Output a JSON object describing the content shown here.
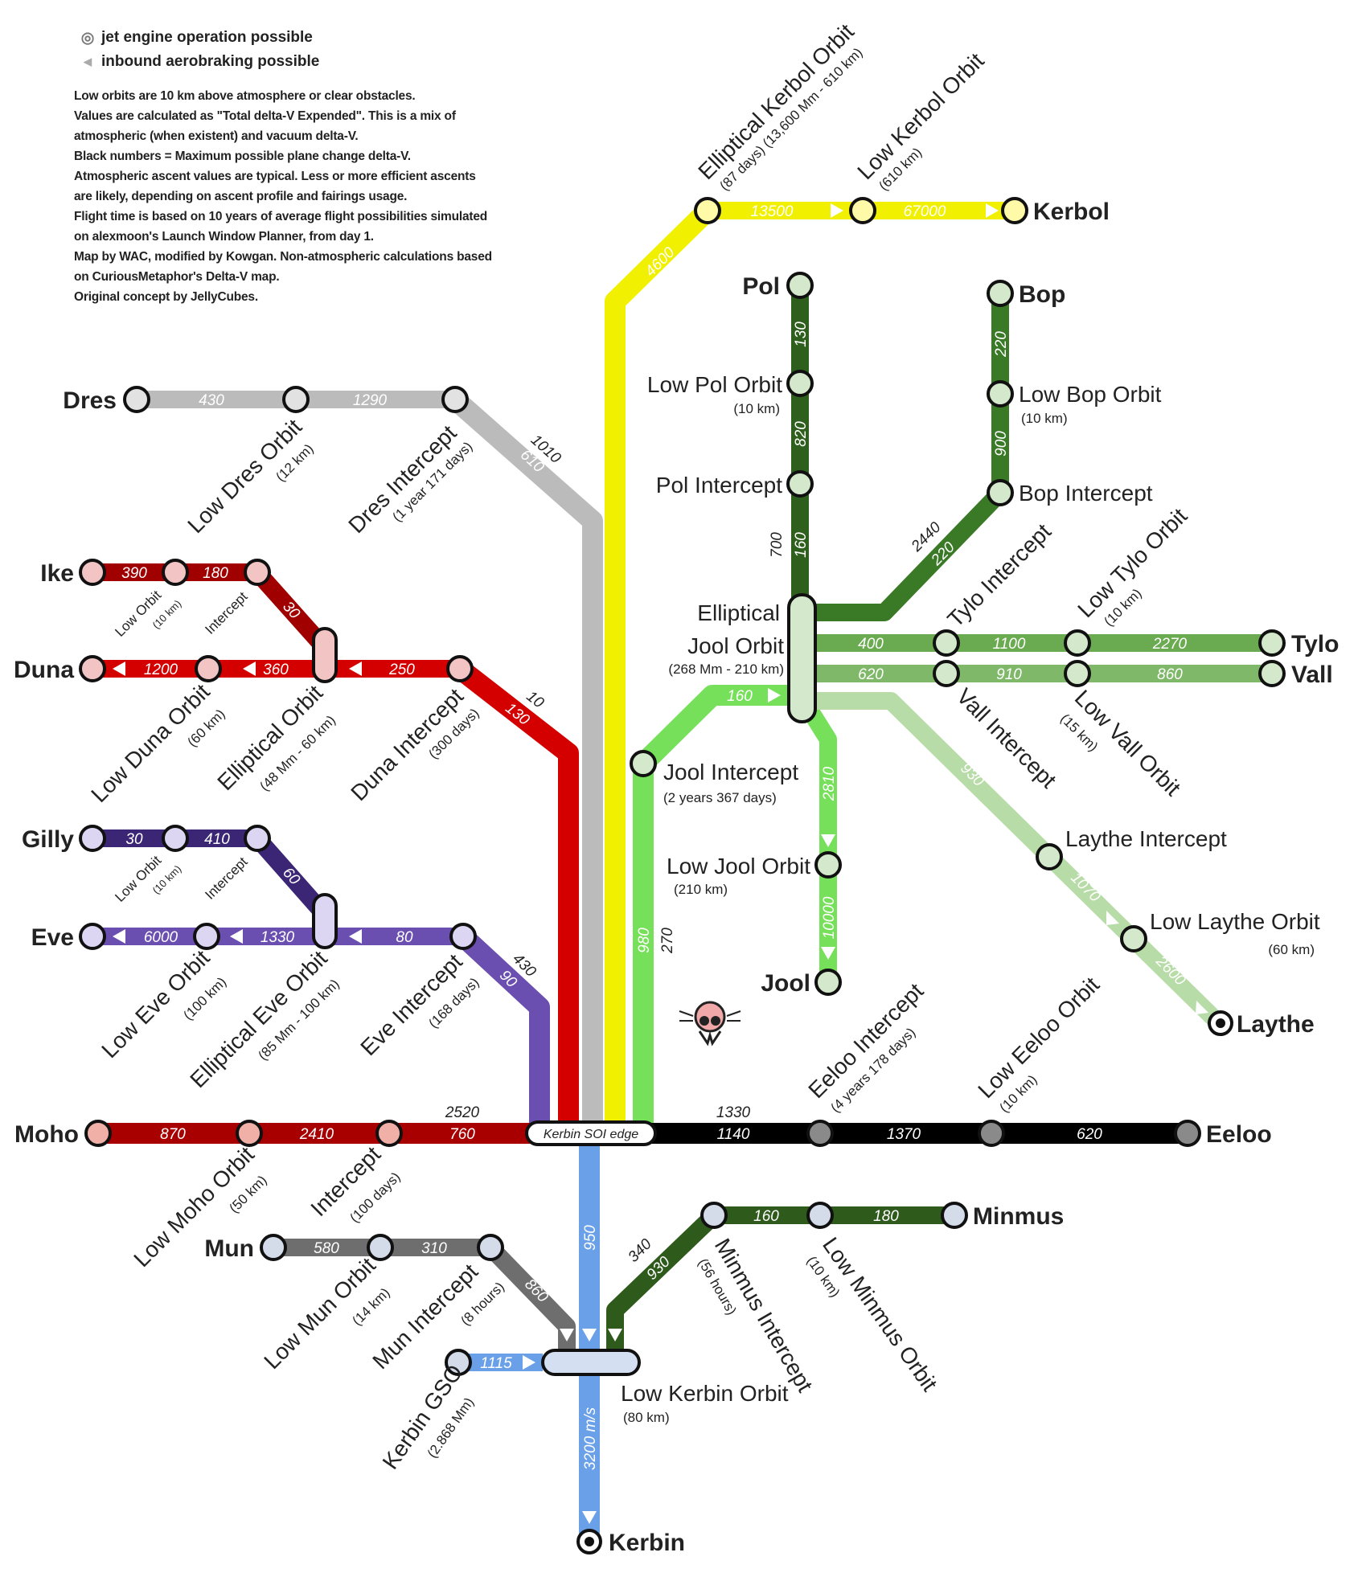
{
  "legend": {
    "jet_engine": "jet engine operation possible",
    "aerobraking": "inbound aerobraking possible"
  },
  "notes": [
    "Low orbits are 10 km above atmosphere or clear obstacles.",
    "Values are calculated as \"Total delta-V Expended\". This is a mix of",
    "atmospheric (when existent) and vacuum delta-V.",
    "Black numbers = Maximum possible plane change delta-V.",
    "Atmospheric ascent values are typical. Less or more efficient ascents",
    "are likely, depending on ascent profile and fairings usage.",
    "Flight time is based on 10 years of average flight possibilities simulated",
    "on alexmoon's Launch Window Planner, from day 1.",
    "Map by WAC, modified by Kowgan. Non-atmospheric calculations based",
    "on CuriousMetaphor's Delta-V map.",
    "Original concept by JellyCubes."
  ],
  "colors": {
    "kerbol": "#f0f000",
    "dres": "#bbbbbb",
    "duna": "#d40000",
    "ike": "#a00000",
    "eve": "#6a4fb0",
    "gilly": "#3b2675",
    "moho": "#a80000",
    "jool_entry": "#77e05a",
    "pol": "#2f5f1c",
    "bop": "#3a7a26",
    "tylo": "#6aaa50",
    "vall": "#7fb868",
    "laythe": "#b8dca8",
    "eeloo": "#000000",
    "mun": "#6e6e6e",
    "minmus": "#2e5a1c",
    "kerbin": "#6aa0e8"
  },
  "nodes": {
    "kerbol": "Kerbol",
    "low_kerbol": "Low Kerbol Orbit",
    "low_kerbol_sub": "(610 km)",
    "ell_kerbol": "Elliptical Kerbol Orbit",
    "ell_kerbol_sub": "(87 days) (13,600 Mm - 610 km)",
    "dres": "Dres",
    "low_dres": "Low Dres Orbit",
    "low_dres_sub": "(12 km)",
    "dres_int": "Dres Intercept",
    "dres_int_sub": "(1 year 171 days)",
    "ike": "Ike",
    "ike_low": "Low Orbit",
    "ike_low_sub": "(10 km)",
    "ike_int": "Intercept",
    "duna": "Duna",
    "low_duna": "Low Duna Orbit",
    "low_duna_sub": "(60 km)",
    "ell_duna": "Elliptical Orbit",
    "ell_duna_sub": "(48 Mm - 60 km)",
    "duna_int": "Duna Intercept",
    "duna_int_sub": "(300 days)",
    "gilly": "Gilly",
    "gilly_low": "Low Orbit",
    "gilly_low_sub": "(10 km)",
    "gilly_int": "Intercept",
    "eve": "Eve",
    "low_eve": "Low Eve Orbit",
    "low_eve_sub": "(100 km)",
    "ell_eve": "Elliptical Eve Orbit",
    "ell_eve_sub": "(85 Mm - 100 km)",
    "eve_int": "Eve Intercept",
    "eve_int_sub": "(168 days)",
    "moho": "Moho",
    "low_moho": "Low Moho Orbit",
    "low_moho_sub": "(50 km)",
    "moho_int": "Intercept",
    "moho_int_sub": "(100 days)",
    "soi": "Kerbin SOI edge",
    "pol": "Pol",
    "low_pol": "Low Pol Orbit",
    "low_pol_sub": "(10 km)",
    "pol_int": "Pol Intercept",
    "bop": "Bop",
    "low_bop": "Low Bop Orbit",
    "low_bop_sub": "(10 km)",
    "bop_int": "Bop Intercept",
    "ell_jool_1": "Elliptical",
    "ell_jool_2": "Jool Orbit",
    "ell_jool_sub": "(268 Mm - 210 km)",
    "tylo_int": "Tylo Intercept",
    "low_tylo": "Low Tylo Orbit",
    "low_tylo_sub": "(10 km)",
    "tylo": "Tylo",
    "vall": "Vall",
    "vall_int": "Vall Intercept",
    "low_vall": "Low Vall Orbit",
    "low_vall_sub": "(15 km)",
    "jool_int": "Jool Intercept",
    "jool_int_sub": "(2 years  367 days)",
    "low_jool": "Low Jool Orbit",
    "low_jool_sub": "(210 km)",
    "jool": "Jool",
    "laythe_int": "Laythe Intercept",
    "low_laythe": "Low Laythe Orbit",
    "low_laythe_sub": "(60 km)",
    "laythe": "Laythe",
    "eeloo_int": "Eeloo Intercept",
    "eeloo_int_sub": "(4 years 178 days)",
    "low_eeloo": "Low Eeloo Orbit",
    "low_eeloo_sub": "(10 km)",
    "eeloo": "Eeloo",
    "mun": "Mun",
    "low_mun": "Low Mun Orbit",
    "low_mun_sub": "(14 km)",
    "mun_int": "Mun Intercept",
    "mun_int_sub": "(8 hours)",
    "minmus": "Minmus",
    "minmus_int": "Minmus Intercept",
    "minmus_int_sub": "(56 hours)",
    "low_minmus": "Low Minmus Orbit",
    "low_minmus_sub": "(10 km)",
    "kerbin_gso": "Kerbin GSO",
    "kerbin_gso_sub": "(2.868 Mm)",
    "lko": "Low Kerbin Orbit",
    "lko_sub": "(80 km)",
    "kerbin": "Kerbin"
  },
  "dv": {
    "kerbol_a": "13500",
    "kerbol_b": "67000",
    "kerbol_c": "4600",
    "dres_a": "430",
    "dres_b": "1290",
    "dres_c1": "1010",
    "dres_c2": "610",
    "ike_a": "390",
    "ike_b": "180",
    "ike_c": "30",
    "duna_a": "1200",
    "duna_b": "360",
    "duna_c": "250",
    "duna_d1": "10",
    "duna_d2": "130",
    "gilly_a": "30",
    "gilly_b": "410",
    "gilly_c": "60",
    "eve_a": "6000",
    "eve_b": "1330",
    "eve_c": "80",
    "eve_d1": "430",
    "eve_d2": "90",
    "moho_a": "870",
    "moho_b": "2410",
    "moho_c1": "2520",
    "moho_c2": "760",
    "pol_a": "130",
    "pol_b": "820",
    "pol_c1": "700",
    "pol_c2": "160",
    "bop_a": "220",
    "bop_b": "900",
    "bop_c1": "2440",
    "bop_c2": "220",
    "tylo_a": "400",
    "tylo_b": "1100",
    "tylo_c": "2270",
    "vall_a": "620",
    "vall_b": "910",
    "vall_c": "860",
    "jool_a": "160",
    "jool_b1": "980",
    "jool_b2": "270",
    "jool_c": "2810",
    "jool_d": "10000",
    "laythe_a": "930",
    "laythe_b": "1070",
    "laythe_c": "2600",
    "eeloo_a1": "1330",
    "eeloo_a2": "1140",
    "eeloo_b": "1370",
    "eeloo_c": "620",
    "mun_a": "580",
    "mun_b": "310",
    "mun_c": "860",
    "minmus_a": "160",
    "minmus_b": "180",
    "minmus_c1": "340",
    "minmus_c2": "930",
    "soi": "950",
    "gso": "1115",
    "kerbin": "3200 m/s"
  }
}
